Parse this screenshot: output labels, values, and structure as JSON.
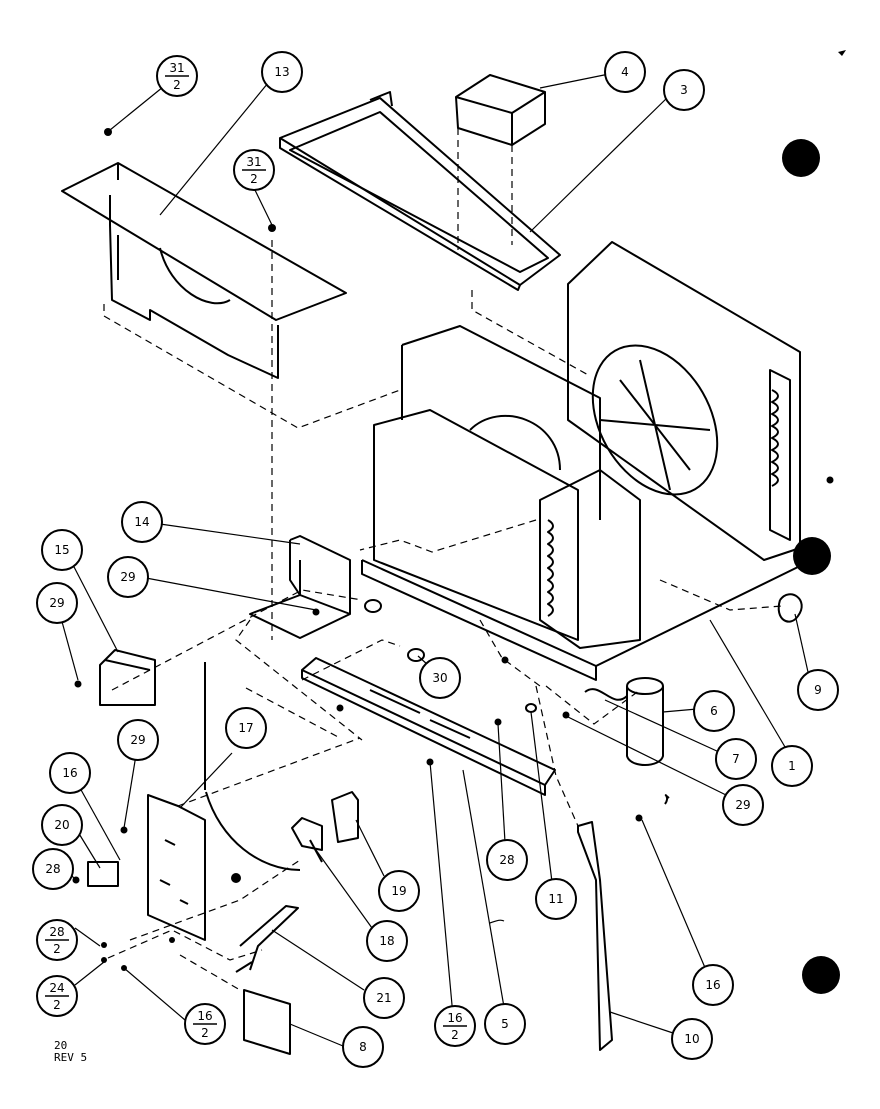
{
  "callouts": [
    {
      "key": "c31a",
      "num": "31",
      "den": "2"
    },
    {
      "key": "c13",
      "label": "13"
    },
    {
      "key": "c31b",
      "num": "31",
      "den": "2"
    },
    {
      "key": "c4",
      "label": "4"
    },
    {
      "key": "c3",
      "label": "3"
    },
    {
      "key": "c14",
      "label": "14"
    },
    {
      "key": "c15",
      "label": "15"
    },
    {
      "key": "c29a",
      "label": "29"
    },
    {
      "key": "c29b",
      "label": "29"
    },
    {
      "key": "c29c",
      "label": "29"
    },
    {
      "key": "c29d",
      "label": "29"
    },
    {
      "key": "c30",
      "label": "30"
    },
    {
      "key": "c9",
      "label": "9"
    },
    {
      "key": "c6",
      "label": "6"
    },
    {
      "key": "c7",
      "label": "7"
    },
    {
      "key": "c1",
      "label": "1"
    },
    {
      "key": "c17",
      "label": "17"
    },
    {
      "key": "c16a",
      "label": "16"
    },
    {
      "key": "c20",
      "label": "20"
    },
    {
      "key": "c28a",
      "label": "28"
    },
    {
      "key": "c28b",
      "num": "28",
      "den": "2"
    },
    {
      "key": "c24",
      "num": "24",
      "den": "2"
    },
    {
      "key": "c16b",
      "num": "16",
      "den": "2"
    },
    {
      "key": "c16c",
      "num": "16",
      "den": "2"
    },
    {
      "key": "c21",
      "label": "21"
    },
    {
      "key": "c8",
      "label": "8"
    },
    {
      "key": "c18",
      "label": "18"
    },
    {
      "key": "c19",
      "label": "19"
    },
    {
      "key": "c28c",
      "label": "28"
    },
    {
      "key": "c5",
      "label": "5"
    },
    {
      "key": "c11",
      "label": "11"
    },
    {
      "key": "c10",
      "label": "10"
    },
    {
      "key": "c16d",
      "label": "16"
    }
  ],
  "footer": {
    "line1": "20",
    "line2": "REV 5"
  }
}
